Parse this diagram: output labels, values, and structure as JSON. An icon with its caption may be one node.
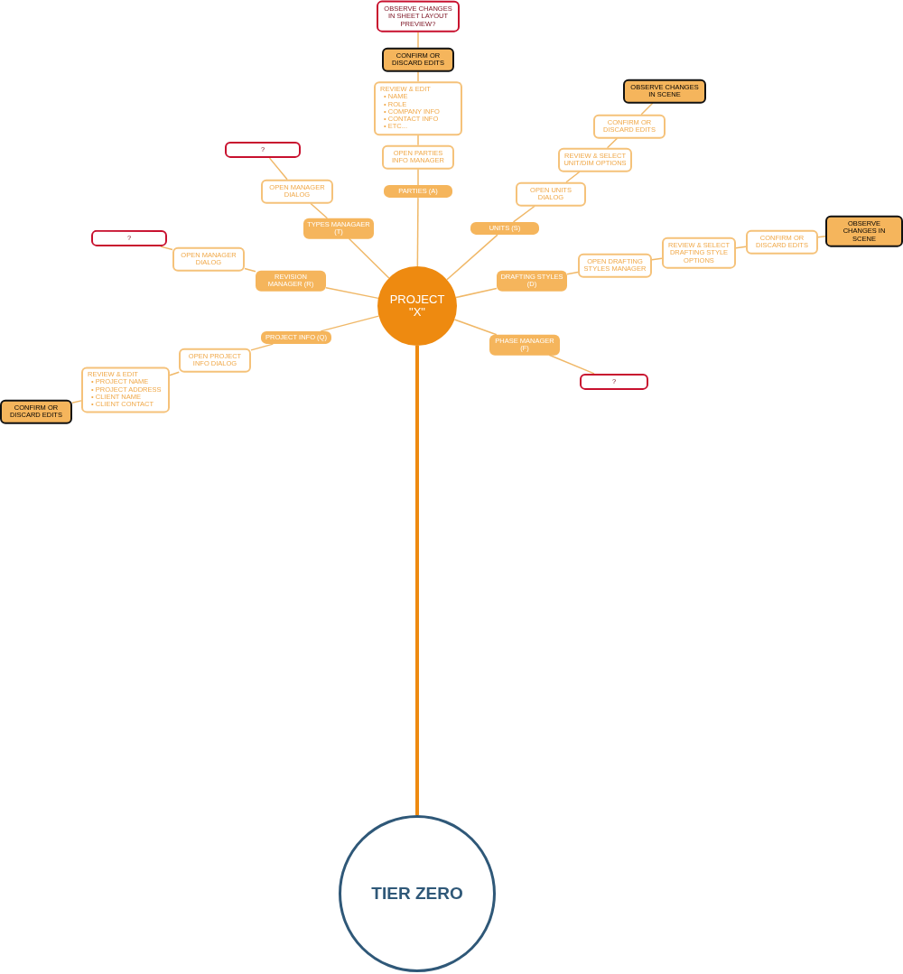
{
  "diagram": {
    "nodes": [
      {
        "text": [
          "OBSERVE CHANGES IN SHEET LAYOUT PREVIEW?"
        ]
      },
      {
        "text": [
          "CONFIRM OR DISCARD EDITS"
        ]
      },
      {
        "text": [
          "REVIEW & EDIT",
          "• NAME",
          "• ROLE",
          "• COMPANY INFO",
          "• CONTACT INFO",
          "• ETC..."
        ]
      },
      {
        "text": [
          "OBSERVE CHANGES IN SCENE"
        ]
      },
      {
        "text": [
          "CONFIRM OR DISCARD EDITS"
        ]
      },
      {
        "text": [
          "?"
        ]
      },
      {
        "text": [
          "REVIEW & SELECT UNIT/DIM OPTIONS"
        ]
      },
      {
        "text": [
          "OPEN PARTIES INFO MANAGER"
        ]
      },
      {
        "text": [
          "OPEN MANAGER DIALOG"
        ]
      },
      {
        "text": [
          "PARTIES (A)"
        ]
      },
      {
        "text": [
          "OPEN UNITS DIALOG"
        ]
      },
      {
        "text": [
          "TYPES MANAGAER (T)"
        ]
      },
      {
        "text": [
          "UNITS (S)"
        ]
      },
      {
        "text": [
          "OBSERVE CHANGES IN SCENE"
        ]
      },
      {
        "text": [
          "?"
        ]
      },
      {
        "text": [
          "REVIEW & SELECT DRAFTING STYLE OPTIONS"
        ]
      },
      {
        "text": [
          "CONFIRM OR DISCARD EDITS"
        ]
      },
      {
        "text": [
          "OPEN MANAGER DIALOG"
        ]
      },
      {
        "text": [
          "OPEN DRAFTING STYLES MANAGER"
        ]
      },
      {
        "text": [
          "REVISION MANAGER (R)"
        ]
      },
      {
        "text": [
          "DRAFTING STYLES (D)"
        ]
      },
      {
        "text": [
          "PROJECT \"X\""
        ]
      },
      {
        "text": [
          "PROJECT INFO (Q)"
        ]
      },
      {
        "text": [
          "PHASE MANAGER  (F)"
        ]
      },
      {
        "text": [
          "OPEN PROJECT INFO DIALOG"
        ]
      },
      {
        "text": [
          "REVIEW & EDIT",
          "• PROJECT NAME",
          "• PROJECT ADDRESS",
          "• CLIENT NAME",
          "• CLIENT CONTACT"
        ]
      },
      {
        "text": [
          "?"
        ]
      },
      {
        "text": [
          "CONFIRM OR DISCARD EDITS"
        ]
      },
      {
        "text": [
          "TIER ZERO"
        ]
      }
    ],
    "edges": [
      {
        "from": 21,
        "to": 9,
        "arrow": "none"
      },
      {
        "from": 9,
        "to": 7,
        "arrow": "none"
      },
      {
        "from": 7,
        "to": 2,
        "arrow": "none"
      },
      {
        "from": 2,
        "to": 1,
        "arrow": "none"
      },
      {
        "from": 1,
        "to": 0,
        "arrow": "none"
      },
      {
        "from": 21,
        "to": 11,
        "arrow": "none"
      },
      {
        "from": 11,
        "to": 8,
        "arrow": "none"
      },
      {
        "from": 8,
        "to": 5,
        "arrow": "none"
      },
      {
        "from": 21,
        "to": 12,
        "arrow": "none"
      },
      {
        "from": 12,
        "to": 10,
        "arrow": "none"
      },
      {
        "from": 10,
        "to": 6,
        "arrow": "none"
      },
      {
        "from": 6,
        "to": 4,
        "arrow": "none"
      },
      {
        "from": 4,
        "to": 3,
        "arrow": "none"
      },
      {
        "from": 21,
        "to": 19,
        "arrow": "none"
      },
      {
        "from": 19,
        "to": 17,
        "arrow": "none"
      },
      {
        "from": 17,
        "to": 14,
        "arrow": "none"
      },
      {
        "from": 21,
        "to": 20,
        "arrow": "none"
      },
      {
        "from": 20,
        "to": 18,
        "arrow": "none"
      },
      {
        "from": 18,
        "to": 15,
        "arrow": "none"
      },
      {
        "from": 15,
        "to": 16,
        "arrow": "none"
      },
      {
        "from": 16,
        "to": 13,
        "arrow": "none"
      },
      {
        "from": 21,
        "to": 22,
        "arrow": "none"
      },
      {
        "from": 22,
        "to": 24,
        "arrow": "none"
      },
      {
        "from": 24,
        "to": 25,
        "arrow": "none"
      },
      {
        "from": 25,
        "to": 27,
        "arrow": "none"
      },
      {
        "from": 21,
        "to": 23,
        "arrow": "none"
      },
      {
        "from": 23,
        "to": 26,
        "arrow": "none"
      },
      {
        "from": 21,
        "to": 28,
        "arrow": "none",
        "style": "thick",
        "color": "#ee8a10"
      }
    ]
  }
}
